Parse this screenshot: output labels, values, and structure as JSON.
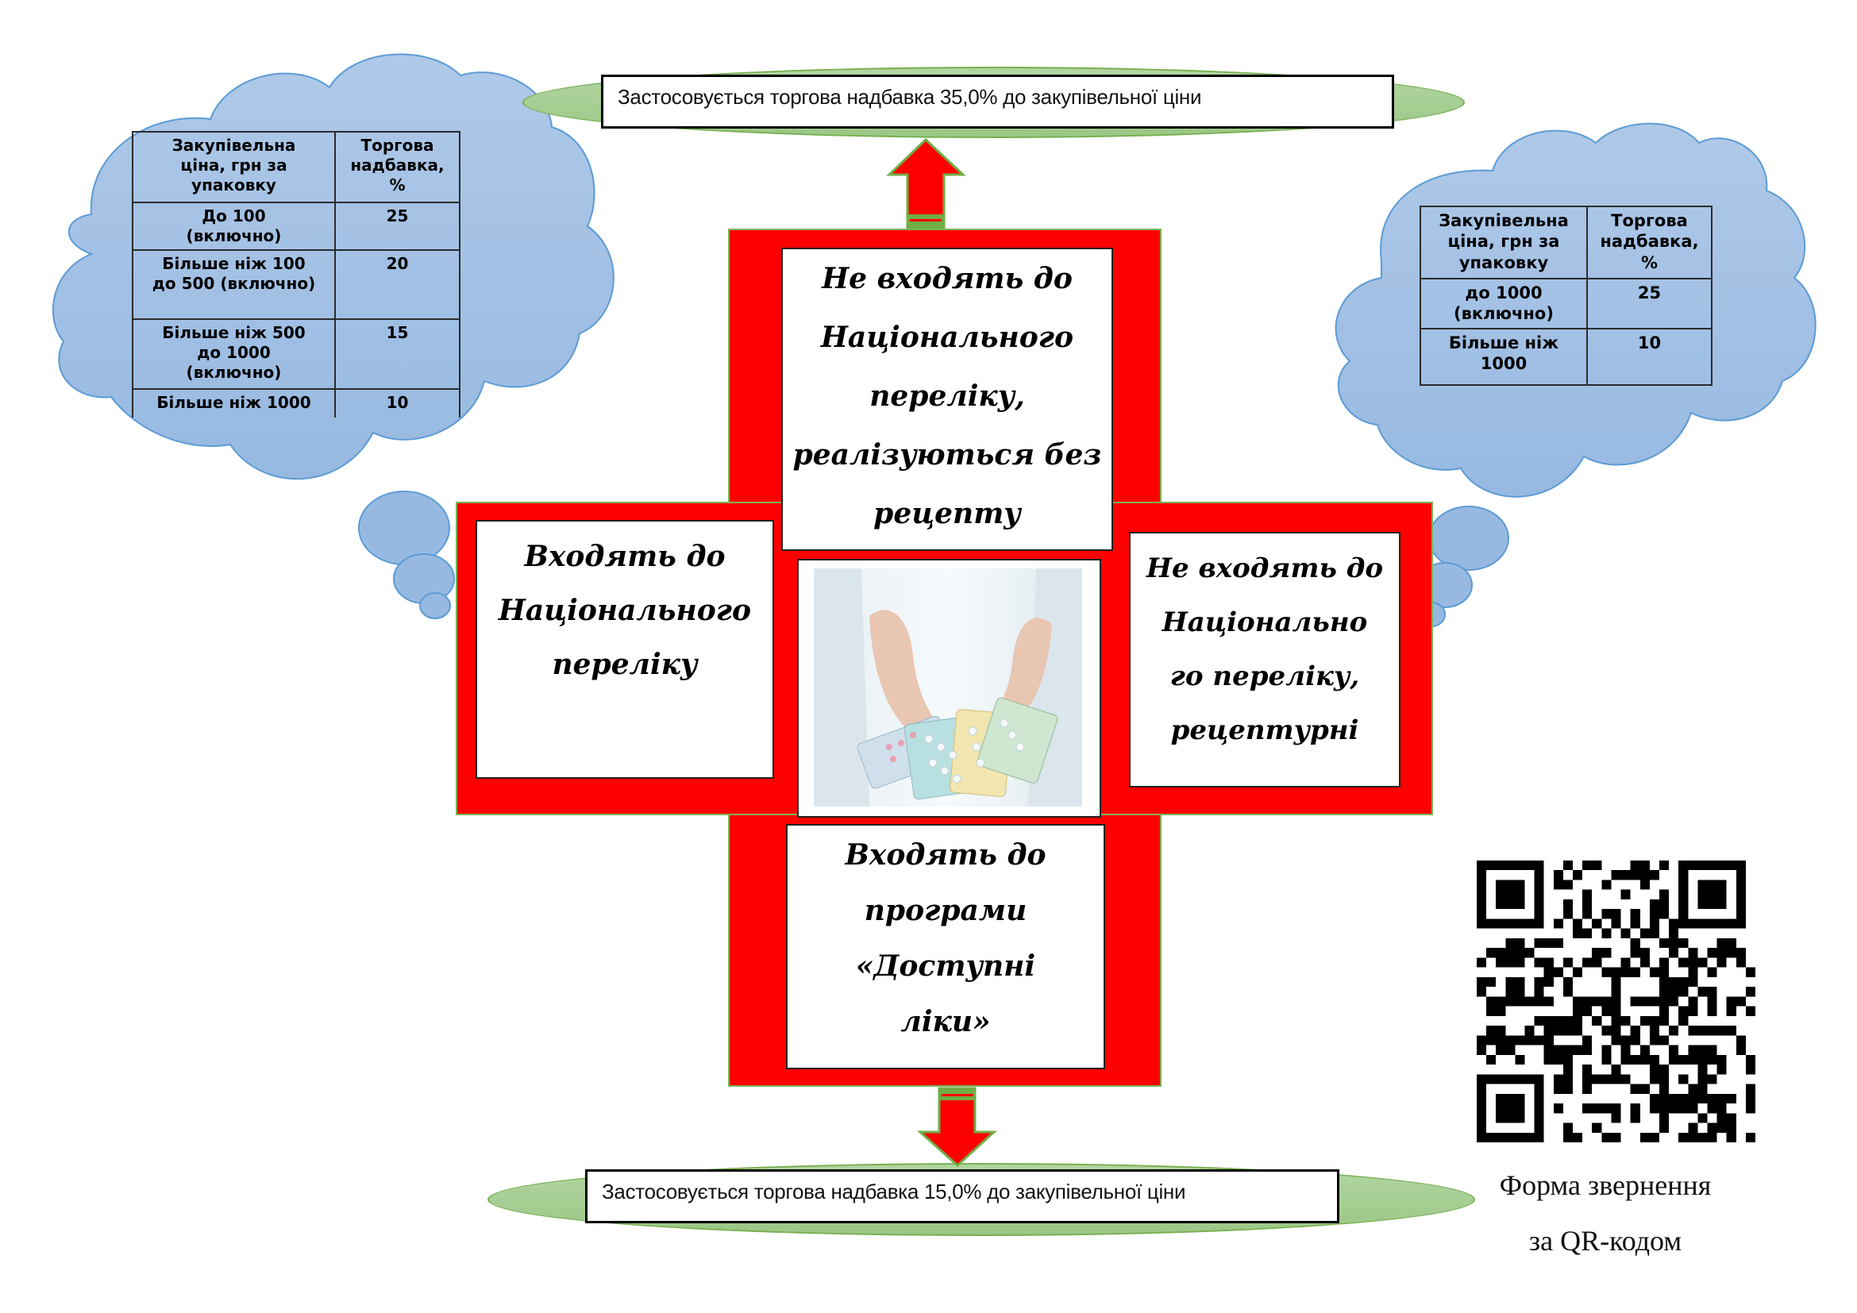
{
  "top_note": {
    "text": "Застосовується торгова надбавка 35,0% до закупівельної ціни"
  },
  "bottom_note": {
    "text": "Застосовується торгова надбавка 15,0% до закупівельної ціни"
  },
  "left_table": {
    "headers": [
      "Закупівельна ціна, грн за упаковку",
      "Торгова надбавка, %"
    ],
    "header_lines": [
      [
        "Закупівельна",
        "ціна, грн за",
        "упаковку"
      ],
      [
        "Торгова",
        "надбавка,",
        "%"
      ]
    ],
    "rows": [
      {
        "price_lines": [
          "До 100",
          "(включно)"
        ],
        "markup": "25"
      },
      {
        "price_lines": [
          "Більше ніж 100",
          "до 500 (включно)"
        ],
        "markup": "20"
      },
      {
        "price_lines": [
          "Більше ніж 500",
          "до 1000",
          "(включно)"
        ],
        "markup": "15"
      },
      {
        "price_lines": [
          "Більше ніж 1000"
        ],
        "markup": "10"
      }
    ]
  },
  "right_table": {
    "headers": [
      "Закупівельна ціна, грн за упаковку",
      "Торгова надбавка, %"
    ],
    "header_lines": [
      [
        "Закупівельна",
        "ціна, грн за",
        "упаковку"
      ],
      [
        "Торгова",
        "надбавка,",
        "%"
      ]
    ],
    "rows": [
      {
        "price_lines": [
          "до 1000",
          "(включно)"
        ],
        "markup": "25"
      },
      {
        "price_lines": [
          "Більше ніж",
          "1000"
        ],
        "markup": "10"
      }
    ]
  },
  "cross": {
    "top_card": [
      "Не входять до",
      "Національного",
      "переліку,",
      "реалізуються без",
      "рецепту"
    ],
    "left_card": [
      "Входять до",
      "Національного",
      "переліку"
    ],
    "right_card": [
      "Не входять до",
      "Національно",
      "го переліку,",
      "рецептурні"
    ],
    "bottom_card": [
      "Входять до",
      "програми",
      "«Доступні",
      "ліки»"
    ],
    "center_image": "hands-holding-pill-blisters-photo"
  },
  "qr": {
    "caption_lines": [
      "Форма звернення",
      "за QR-кодом"
    ],
    "modules": [
      "11111110010110001101011111110",
      "10000010101000111110010000010",
      "10111010110001000100010111010",
      "10111010000100010001010111010",
      "10111010010100000011010111010",
      "10000010010101101011010000010",
      "11111110101010101010111111110",
      "00000000001101010110100000000",
      "00011011100000001001110001100",
      "01111100000011001100101011110",
      "10111011010110010101011101010",
      "00000001101001111011001010001",
      "11011011010000100001111000000",
      "10011010010000100001110110001",
      "01111111001111101111101010110",
      "01100000001101100001011010101",
      "00000011111010110111010000000",
      "01100101111001101010101111100",
      "11111111000100111011000000010",
      "10110001111101010100101110010",
      "01001001110001011110111111001",
      "00000000010100100011000101001",
      "11111110110111110011010110000",
      "10000010110100001101001100001",
      "10111010000000000011111111101",
      "10111010100111101011111011001",
      "10111010000000101001000101100",
      "10000010010010000001001011100",
      "11111110011001100110011110101"
    ]
  },
  "colors": {
    "cross_red": "#ff0000",
    "cross_outline_green": "#7fb157",
    "cloud_blue": "#a6c2e6",
    "cloud_outline": "#5b9bd5",
    "ellipse_green": "#a9d18e"
  }
}
